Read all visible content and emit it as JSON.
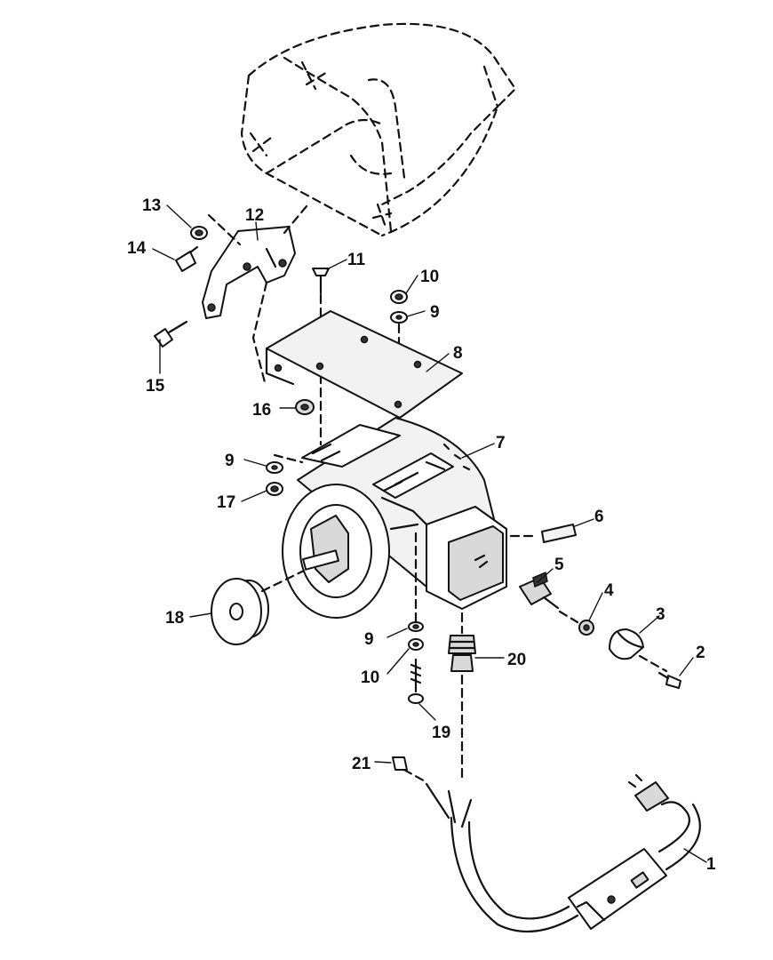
{
  "callouts": [
    {
      "id": "c1",
      "text": "1"
    },
    {
      "id": "c2",
      "text": "2"
    },
    {
      "id": "c3",
      "text": "3"
    },
    {
      "id": "c4",
      "text": "4"
    },
    {
      "id": "c5",
      "text": "5"
    },
    {
      "id": "c6",
      "text": "6"
    },
    {
      "id": "c7",
      "text": "7"
    },
    {
      "id": "c8",
      "text": "8"
    },
    {
      "id": "c9a",
      "text": "9"
    },
    {
      "id": "c9b",
      "text": "9"
    },
    {
      "id": "c9c",
      "text": "9"
    },
    {
      "id": "c10a",
      "text": "10"
    },
    {
      "id": "c10b",
      "text": "10"
    },
    {
      "id": "c11",
      "text": "11"
    },
    {
      "id": "c12",
      "text": "12"
    },
    {
      "id": "c13",
      "text": "13"
    },
    {
      "id": "c14",
      "text": "14"
    },
    {
      "id": "c15",
      "text": "15"
    },
    {
      "id": "c16",
      "text": "16"
    },
    {
      "id": "c17",
      "text": "17"
    },
    {
      "id": "c18",
      "text": "18"
    },
    {
      "id": "c19",
      "text": "19"
    },
    {
      "id": "c20",
      "text": "20"
    },
    {
      "id": "c21",
      "text": "21"
    }
  ]
}
